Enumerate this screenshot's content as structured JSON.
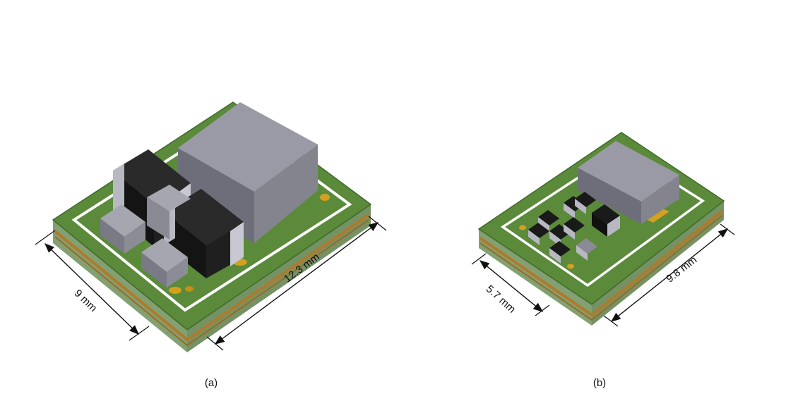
{
  "modules": [
    {
      "caption": "(a)",
      "width_label": "9 mm",
      "length_label": "12.3 mm"
    },
    {
      "caption": "(b)",
      "width_label": "5.7 mm",
      "length_label": "9.8 mm"
    }
  ],
  "colors": {
    "pcb_green": "#5a8a3a",
    "pcb_edge": "#3f6a2a",
    "copper_layer": "#b07a2a",
    "silkscreen": "#ffffff",
    "pad_gold": "#d4a020",
    "inductor_gray": "#7a7a86",
    "capacitor_black": "#1a1a1a",
    "terminal_silver": "#b8b8c2"
  }
}
